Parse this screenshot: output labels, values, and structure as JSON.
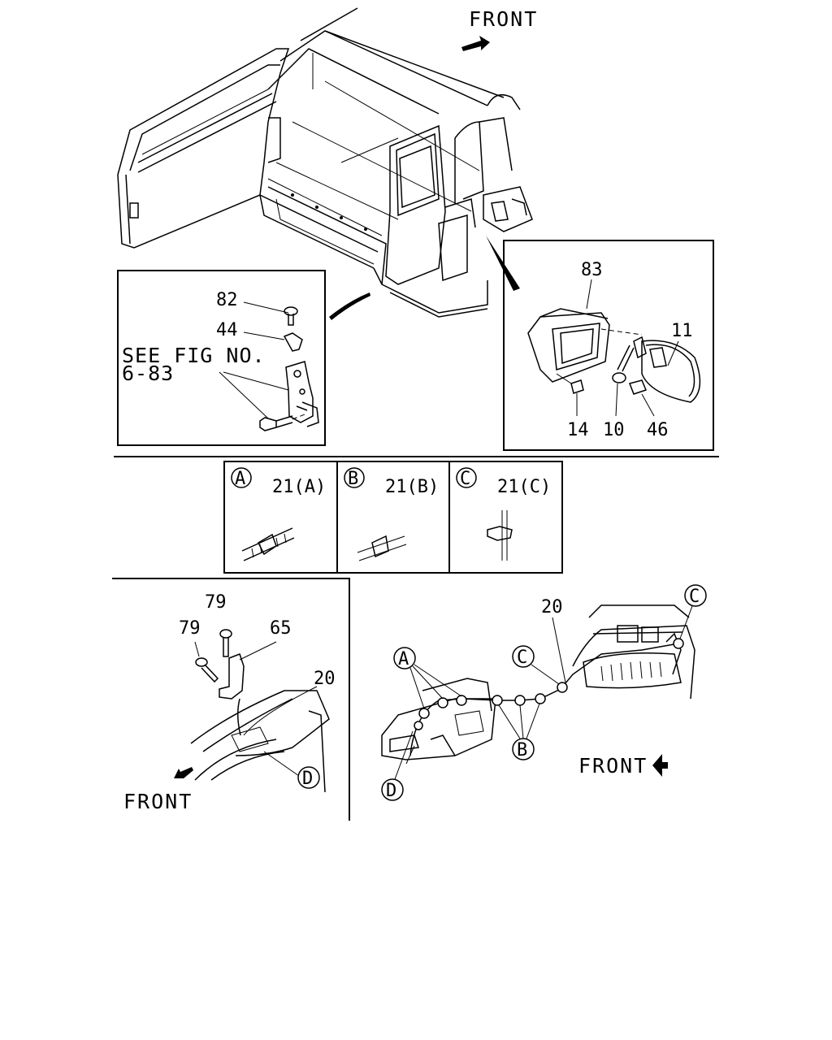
{
  "front_labels": {
    "top": "FRONT",
    "bottom_left": "FRONT",
    "bottom_right": "FRONT"
  },
  "see_fig": {
    "line1": "SEE FIG NO.",
    "line2": "6-83"
  },
  "part_numbers": {
    "p82": "82",
    "p44": "44",
    "p83": "83",
    "p11": "11",
    "p14": "14",
    "p10": "10",
    "p46": "46",
    "p79a": "79",
    "p79b": "79",
    "p65": "65",
    "p20a": "20",
    "p20b": "20"
  },
  "callouts": {
    "a": "A",
    "b": "B",
    "c": "C",
    "d": "D",
    "clip_a_label": "21(A)",
    "clip_b_label": "21(B)",
    "clip_c_label": "21(C)"
  }
}
